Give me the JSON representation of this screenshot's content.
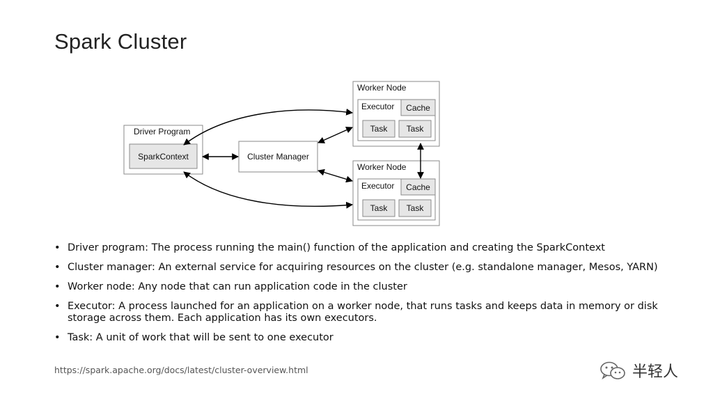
{
  "title": "Spark Cluster",
  "diagram": {
    "driver_program": "Driver Program",
    "spark_context": "SparkContext",
    "cluster_manager": "Cluster Manager",
    "worker_nodes": [
      {
        "label": "Worker Node",
        "executor": "Executor",
        "cache": "Cache",
        "tasks": [
          "Task",
          "Task"
        ]
      },
      {
        "label": "Worker Node",
        "executor": "Executor",
        "cache": "Cache",
        "tasks": [
          "Task",
          "Task"
        ]
      }
    ]
  },
  "bullets": [
    "Driver program: The process running the main() function of the application and creating the SparkContext",
    "Cluster manager: An external service for acquiring resources on the cluster (e.g. standalone manager, Mesos, YARN)",
    "Worker node: Any node that can run application code in the cluster",
    "Executor: A process launched for an application on a worker node, that runs tasks and keeps data in memory or disk storage across them. Each application has its own executors.",
    "Task: A unit of work that will be sent to one executor"
  ],
  "source_url": "https://spark.apache.org/docs/latest/cluster-overview.html",
  "watermark": {
    "text": "半轻人",
    "icon": "wechat-icon"
  }
}
